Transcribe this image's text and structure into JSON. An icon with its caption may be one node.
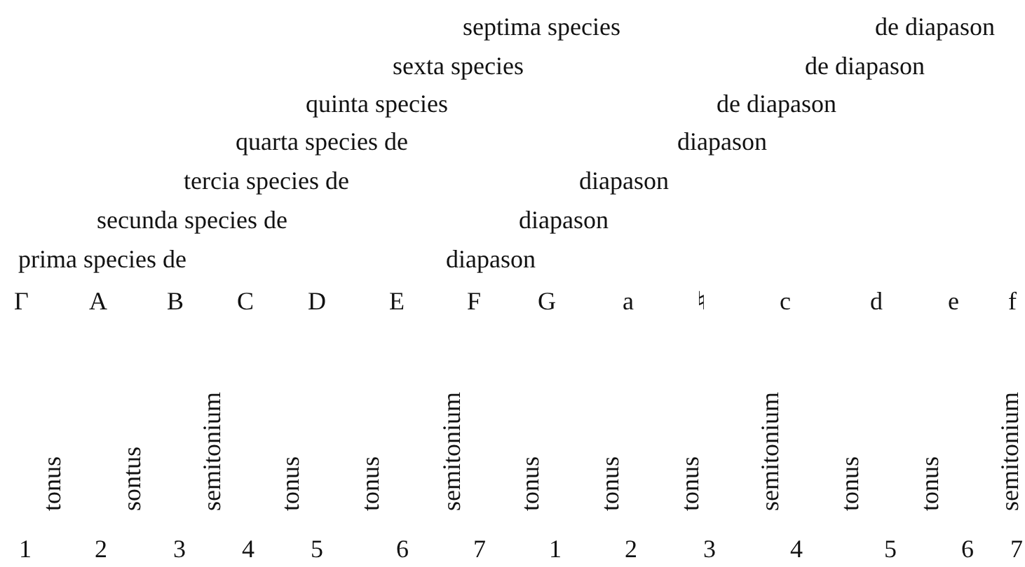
{
  "diagram": {
    "labels": [
      "septima species",
      "de diapason",
      "sexta species",
      "de diapason",
      "quinta species",
      "de diapason",
      "quarta species de",
      "diapason",
      "tercia species de",
      "diapason",
      "secunda species de",
      "diapason",
      "prima species de",
      "diapason",
      "Γ",
      "A",
      "B",
      "C",
      "D",
      "E",
      "F",
      "G",
      "a",
      "♮",
      "c",
      "d",
      "e",
      "f",
      "tonus",
      "sontus",
      "semitonium",
      "tonus",
      "tonus",
      "semitonium",
      "tonus",
      "tonus",
      "tonus",
      "semitonium",
      "tonus",
      "tonus",
      "semitonium",
      "1",
      "2",
      "3",
      "4",
      "5",
      "6",
      "7",
      "1",
      "2",
      "3",
      "4",
      "5",
      "6",
      "7"
    ]
  }
}
